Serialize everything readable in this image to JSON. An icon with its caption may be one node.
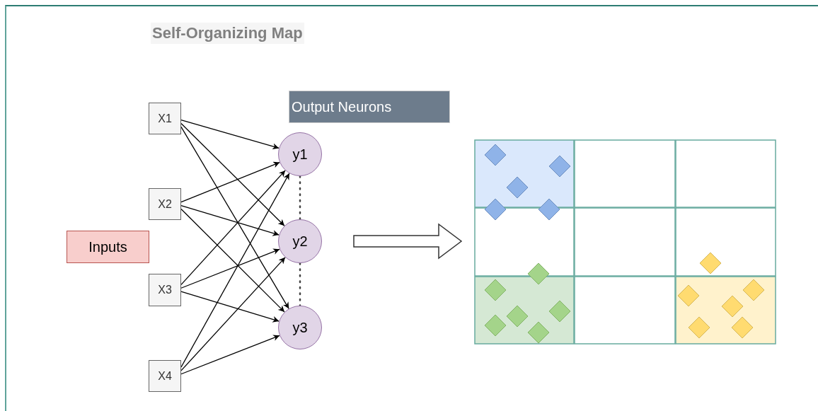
{
  "diagram": {
    "title": "Self-Organizing Map",
    "nodes": [
      {
        "text": [
          "Inputs"
        ]
      },
      {
        "text": [
          "X1"
        ]
      },
      {
        "text": [
          "X2"
        ]
      },
      {
        "text": [
          "X3"
        ]
      },
      {
        "text": [
          "X4"
        ]
      },
      {
        "text": [
          "Output Neurons"
        ]
      },
      {
        "text": [
          "y1"
        ]
      },
      {
        "text": [
          "y2"
        ]
      },
      {
        "text": [
          "y3"
        ]
      },
      {
        "text": [],
        "shape": "box"
      }
    ],
    "edges": [
      {
        "from": 1,
        "to": 6,
        "arrow": "to"
      },
      {
        "from": 1,
        "to": 7,
        "arrow": "to"
      },
      {
        "from": 1,
        "to": 8,
        "arrow": "to"
      },
      {
        "from": 2,
        "to": 6,
        "arrow": "to"
      },
      {
        "from": 2,
        "to": 7,
        "arrow": "to"
      },
      {
        "from": 2,
        "to": 8,
        "arrow": "to"
      },
      {
        "from": 3,
        "to": 6,
        "arrow": "to"
      },
      {
        "from": 3,
        "to": 7,
        "arrow": "to"
      },
      {
        "from": 3,
        "to": 8,
        "arrow": "to"
      },
      {
        "from": 4,
        "to": 6,
        "arrow": "to"
      },
      {
        "from": 4,
        "to": 7,
        "arrow": "to"
      },
      {
        "from": 4,
        "to": 8,
        "arrow": "to"
      },
      {
        "from": 6,
        "to": 7,
        "arrow": "none",
        "style": "dashed"
      },
      {
        "from": 7,
        "to": 8,
        "arrow": "none",
        "style": "dashed"
      },
      {
        "from": 7,
        "to": 9,
        "arrow": "to",
        "style": "thick"
      }
    ]
  }
}
